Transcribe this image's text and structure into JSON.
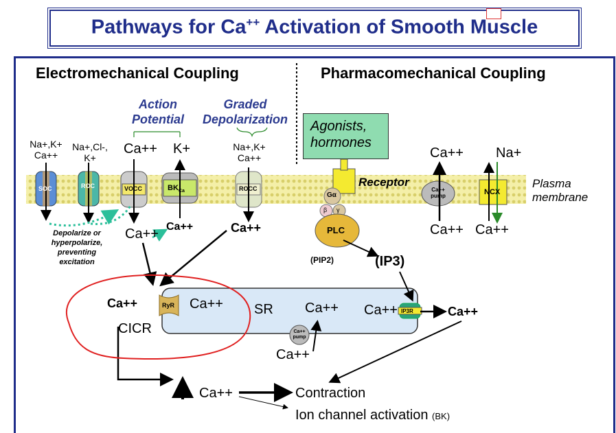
{
  "title": {
    "main": "Pathways for Ca",
    "sup": "++",
    "rest": " Activation of Smooth Muscle"
  },
  "sections": {
    "left": "Electromechanical Coupling",
    "right": "Pharmacomechanical Coupling"
  },
  "signals": {
    "action_potential": "Action Potential",
    "graded": "Graded Depolarization",
    "agonists": "Agonists, hormones",
    "receptor": "Receptor"
  },
  "membrane_label": "Plasma membrane",
  "channels": {
    "soc": "SOC",
    "roc": "ROC",
    "vocc": "VOCC",
    "bk": "BK",
    "bk_sub": "Ca",
    "rocc": "ROCC",
    "ca_pump": "Ca++ pump",
    "ncx": "NCX",
    "ryr": "RyR",
    "ip3r": "IP3R",
    "sr_pump": "Ca++ pump"
  },
  "ions": {
    "soc_top": "Na+,K+",
    "soc_top2": "Ca++",
    "roc_top": "Na+,Cl-,",
    "roc_top2": "K+",
    "vocc_top": "Ca++",
    "bk_top": "K+",
    "rocc_top": "Na+,K+",
    "rocc_top2": "Ca++",
    "pump_top": "Ca++",
    "ncx_top": "Na+",
    "vocc_in": "Ca++",
    "bk_in": "Ca++",
    "rocc_in": "Ca++",
    "pump_in": "Ca++",
    "ncx_in": "Ca++",
    "ryr_left": "Ca++",
    "ryr_right": "Ca++",
    "sr_mid": "Ca++",
    "ip3r_left": "Ca++",
    "ip3r_right": "Ca++",
    "sr_pump_in": "Ca++",
    "final": "Ca++"
  },
  "depolarize_note": "Depolarize or hyperpolarize, preventing excitation",
  "proteins": {
    "g_alpha": "Gα",
    "beta": "β",
    "gamma": "γ",
    "plc": "PLC",
    "pip2": "(PIP2)",
    "ip3": "(IP3)"
  },
  "sr_label": "SR",
  "cicr": "CICR",
  "outcomes": {
    "contraction": "Contraction",
    "ion_channel": "Ion channel activation",
    "ion_channel_sub": "(BK)"
  },
  "colors": {
    "title_blue": "#1f2d8a",
    "membrane_yellow": "#f1ec9e",
    "agonist_green": "#8fdcb0",
    "sr_blue": "#d9e8f7",
    "cicr_red": "#e02020",
    "teal_arrow": "#2bbf9a"
  }
}
